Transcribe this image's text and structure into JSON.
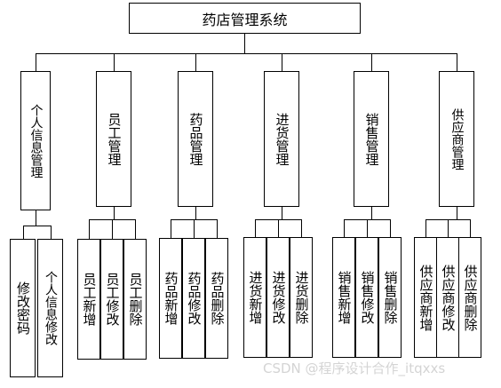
{
  "root": {
    "label": "药店管理系统"
  },
  "modules": [
    {
      "label": "个人信息管理",
      "children": [
        "修改密码",
        "个人信息修改"
      ]
    },
    {
      "label": "员工管理",
      "children": [
        "员工新增",
        "员工修改",
        "员工删除"
      ]
    },
    {
      "label": "药品管理",
      "children": [
        "药品新增",
        "药品修改",
        "药品删除"
      ]
    },
    {
      "label": "进货管理",
      "children": [
        "进货新增",
        "进货修改",
        "进货删除"
      ]
    },
    {
      "label": "销售管理",
      "children": [
        "销售新增",
        "销售修改",
        "销售删除"
      ]
    },
    {
      "label": "供应商管理",
      "children": [
        "供应商新增",
        "供应商修改",
        "供应商删除"
      ]
    }
  ],
  "watermark": "CSDN @程序设计合作_itqxxs"
}
